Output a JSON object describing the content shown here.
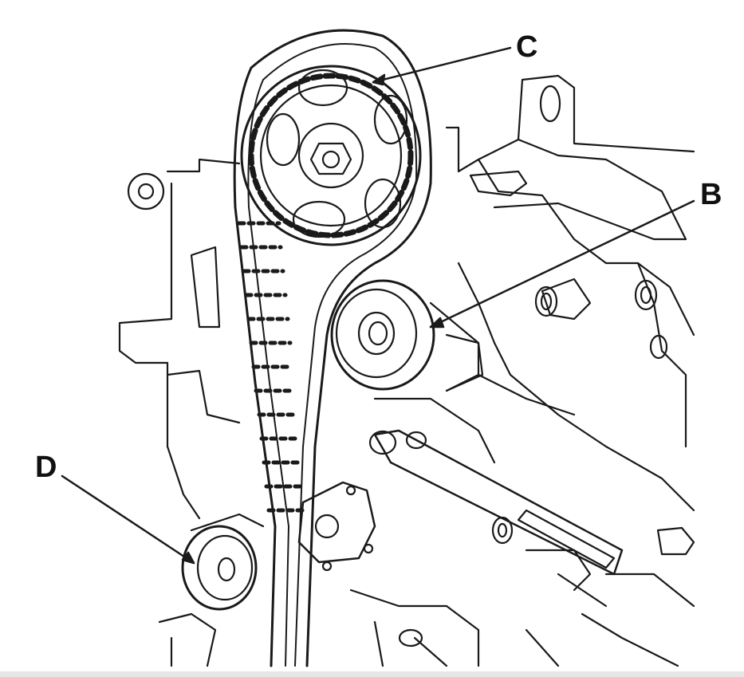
{
  "callouts": {
    "c": "C",
    "b": "B",
    "d": "D"
  },
  "colors": {
    "line": "#1a1a1a",
    "background": "#ffffff"
  }
}
